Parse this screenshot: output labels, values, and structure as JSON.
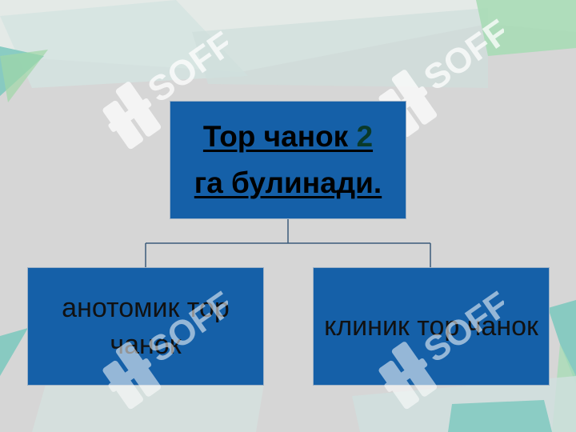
{
  "diagram": {
    "root": {
      "line1_prefix": "Тор чанок ",
      "line1_number": "2",
      "line2": "га булинади."
    },
    "children": [
      {
        "label": "анотомик тор чанок"
      },
      {
        "label": "клиник тор чанок"
      }
    ]
  },
  "watermark": {
    "text": "SOFF"
  },
  "colors": {
    "background": "#d6d6d6",
    "box_fill": "#1560a8",
    "connector": "#3b5b7a",
    "accent_teal": "#8fcfc7",
    "accent_green": "#9ed8a4"
  }
}
